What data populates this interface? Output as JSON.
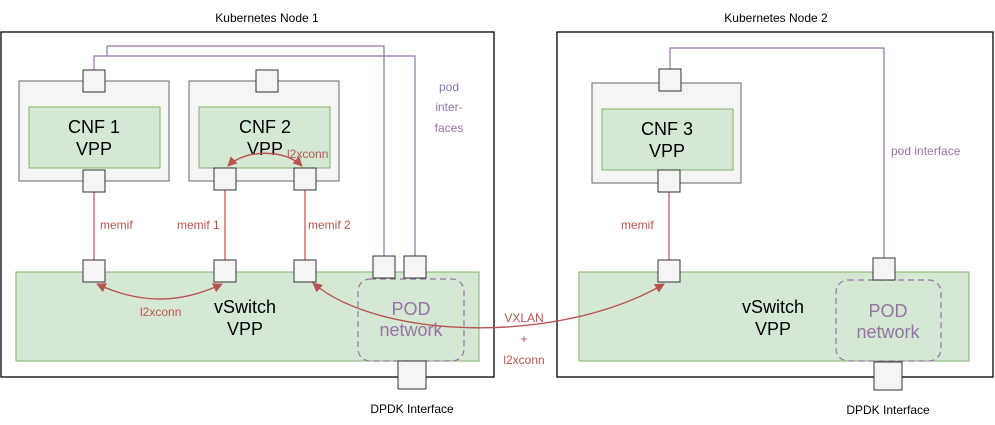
{
  "nodes": [
    {
      "label": "Kubernetes Node 1"
    },
    {
      "label": "Kubernetes Node 2"
    }
  ],
  "cnfs": [
    {
      "line1": "CNF 1",
      "line2": "VPP"
    },
    {
      "line1": "CNF 2",
      "line2": "VPP"
    },
    {
      "line1": "CNF 3",
      "line2": "VPP"
    }
  ],
  "vswitches": [
    {
      "line1": "vSwitch",
      "line2": "VPP"
    },
    {
      "line1": "vSwitch",
      "line2": "VPP"
    }
  ],
  "pod_networks": [
    {
      "line1": "POD",
      "line2": "network"
    },
    {
      "line1": "POD",
      "line2": "network"
    }
  ],
  "labels": {
    "memif_cnf1": "memif",
    "memif1_cnf2": "memif 1",
    "memif2_cnf2": "memif 2",
    "memif_cnf3": "memif",
    "l2xconn_cnf2": "l2xconn",
    "l2xconn_vswitch": "l2xconn",
    "pod_interfaces_1": "pod",
    "pod_interfaces_2": "inter-",
    "pod_interfaces_3": "faces",
    "pod_interface_node2": "pod interface",
    "vxlan_1": "VXLAN",
    "vxlan_2": "+",
    "vxlan_3": "l2xconn",
    "dpdk_1": "DPDK Interface",
    "dpdk_2": "DPDK Interface"
  },
  "colors": {
    "green_fill": "#d5e8d4",
    "green_stroke": "#82b366",
    "red": "#b85450",
    "purple": "#9673a6",
    "cnf_fill": "#f5f5f5"
  }
}
